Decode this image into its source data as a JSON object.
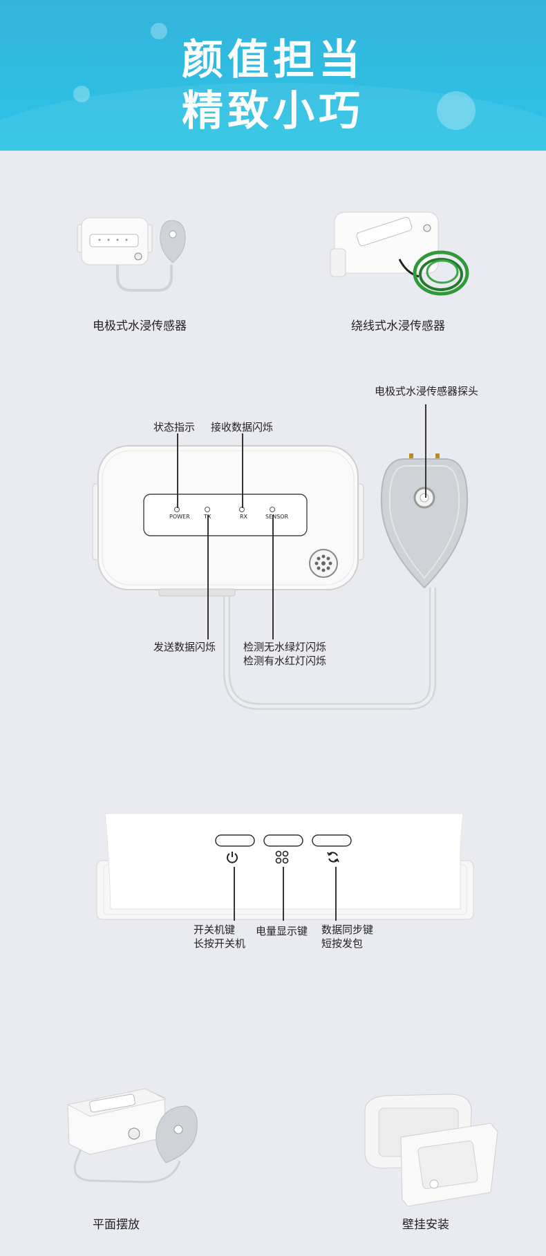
{
  "banner": {
    "line1": "颜值担当",
    "line2": "精致小巧"
  },
  "products": {
    "electrode_caption": "电极式水浸传感器",
    "wire_caption": "绕线式水浸传感器"
  },
  "diagram_top": {
    "probe_label": "电极式水浸传感器探头",
    "status_label": "状态指示",
    "rx_label": "接收数据闪烁",
    "tx_label": "发送数据闪烁",
    "sensor_label_line1": "检测无水绿灯闪烁",
    "sensor_label_line2": "检测有水红灯闪烁",
    "led_power": "POWER",
    "led_tx": "TX",
    "led_rx": "RX",
    "led_sensor": "SENSOR"
  },
  "diagram_buttons": {
    "power_line1": "开关机键",
    "power_line2": "长按开关机",
    "battery_label": "电量显示键",
    "sync_line1": "数据同步键",
    "sync_line2": "短按发包"
  },
  "mounting": {
    "flat_caption": "平面摆放",
    "wall_caption": "壁挂安装"
  },
  "colors": {
    "banner": "#34b4dd",
    "background": "#e9ebf0",
    "wire_green": "#2f9a3a"
  }
}
